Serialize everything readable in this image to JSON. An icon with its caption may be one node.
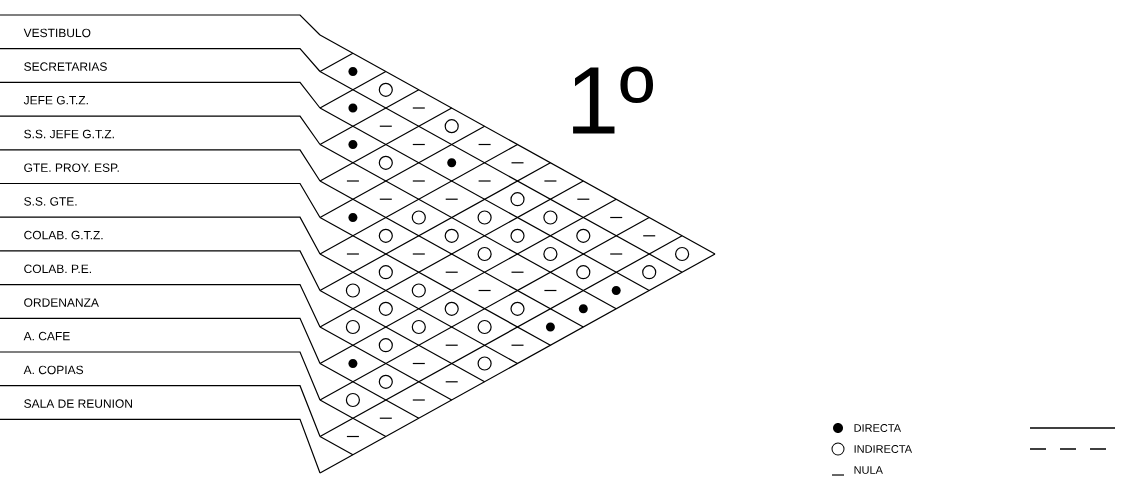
{
  "diagram": {
    "nodes": [
      {
        "text": [
          "VESTIBULO"
        ]
      },
      {
        "text": [
          "SECRETARIAS"
        ]
      },
      {
        "text": [
          "JEFE G.T.Z."
        ]
      },
      {
        "text": [
          "S.S. JEFE G.T.Z."
        ]
      },
      {
        "text": [
          "GTE. PROY. ESP."
        ]
      },
      {
        "text": [
          "S.S. GTE."
        ]
      },
      {
        "text": [
          "COLAB. G.T.Z."
        ]
      },
      {
        "text": [
          "COLAB. P.E."
        ]
      },
      {
        "text": [
          "ORDENANZA"
        ]
      },
      {
        "text": [
          "A. CAFE"
        ]
      },
      {
        "text": [
          "A. COPIAS"
        ]
      },
      {
        "text": [
          "SALA DE REUNION"
        ]
      }
    ],
    "labels": [
      "1º"
    ],
    "legend": [
      {
        "text": "DIRECTA"
      },
      {
        "text": "INDIRECTA"
      },
      {
        "text": "NULA"
      }
    ]
  }
}
